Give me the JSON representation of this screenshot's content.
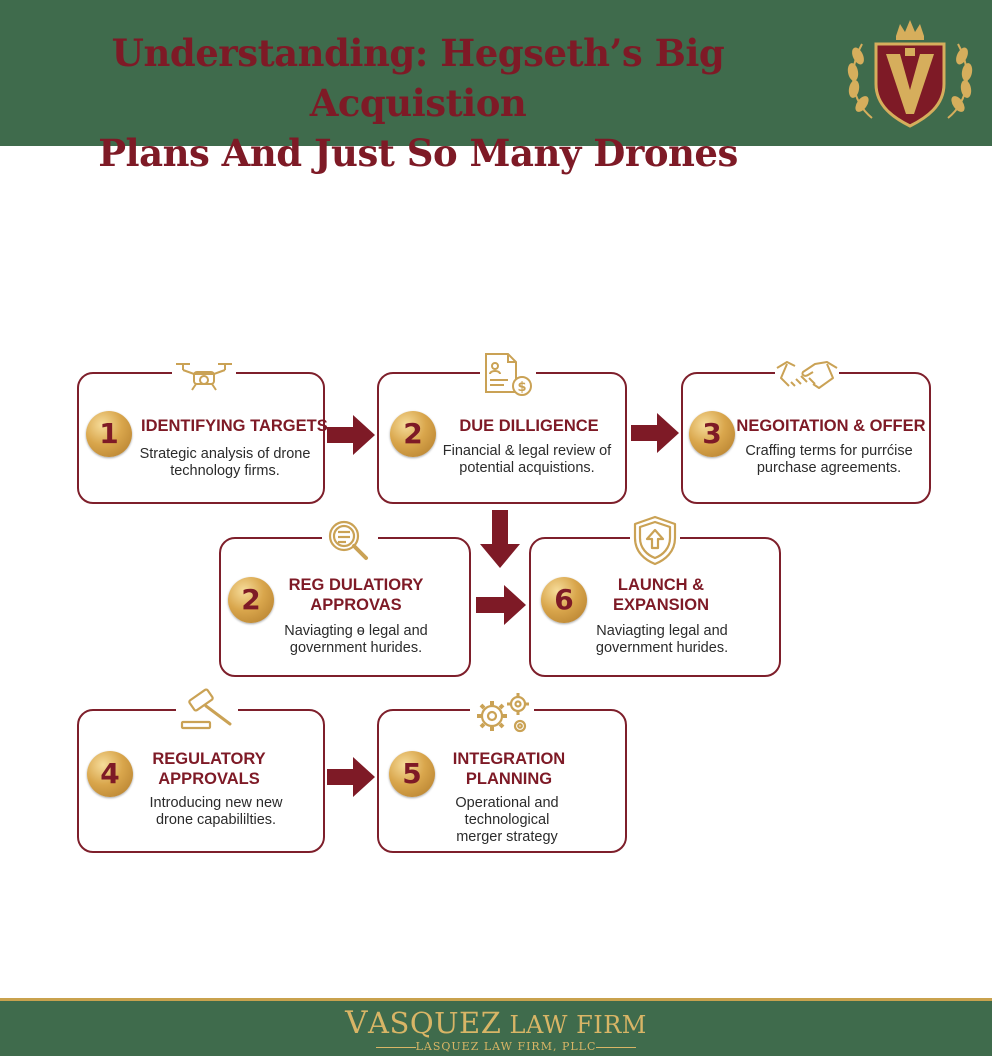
{
  "header": {
    "title_line1": "Understanding: Hegseth’s Big Acquistion",
    "title_line2": "Plans And Just So Many Drones"
  },
  "steps": [
    {
      "number": "1",
      "title": "IDENTIFYING TARGETS",
      "description": "Strategic analysis of drone technology firms.",
      "icon": "drone-icon"
    },
    {
      "number": "2",
      "title": "DUE DILLIGENCE",
      "description": "Financial & legal review of potential acquistions.",
      "icon": "document-dollar-icon"
    },
    {
      "number": "3",
      "title": "NEGOITATION & OFFER",
      "description": "Craffing terms for purrćise purchase agreements.",
      "icon": "handshake-icon"
    },
    {
      "number": "2",
      "title_line1": "REG DULATIORY",
      "title_line2": "APPROVAS",
      "description": "Naviagting ɵ legal and government hurides.",
      "icon": "magnifier-icon"
    },
    {
      "number": "6",
      "title_line1": "LAUNCH &",
      "title_line2": "EXPANSION",
      "description": "Naviagting legal and government hurides.",
      "icon": "shield-arrow-icon"
    },
    {
      "number": "4",
      "title_line1": "REGULATORY",
      "title_line2": "APPROVALS",
      "description": "Introducing new new drone capabililties.",
      "icon": "gavel-icon"
    },
    {
      "number": "5",
      "title_line1": "INTEGRATION",
      "title_line2": "PLANNING",
      "description": "Operational and technological merger strategy",
      "icon": "gears-icon"
    }
  ],
  "footer": {
    "firm_name_v": "V",
    "firm_name_rest": "ASQUEZ",
    "firm_name_suffix": " LAW FIRM",
    "firm_subtitle": "LASQUEZ LAW FIRM, PLLC"
  },
  "colors": {
    "header_green": "#3f6b4c",
    "maroon": "#7e1a26",
    "gold": "#d9a64c"
  }
}
